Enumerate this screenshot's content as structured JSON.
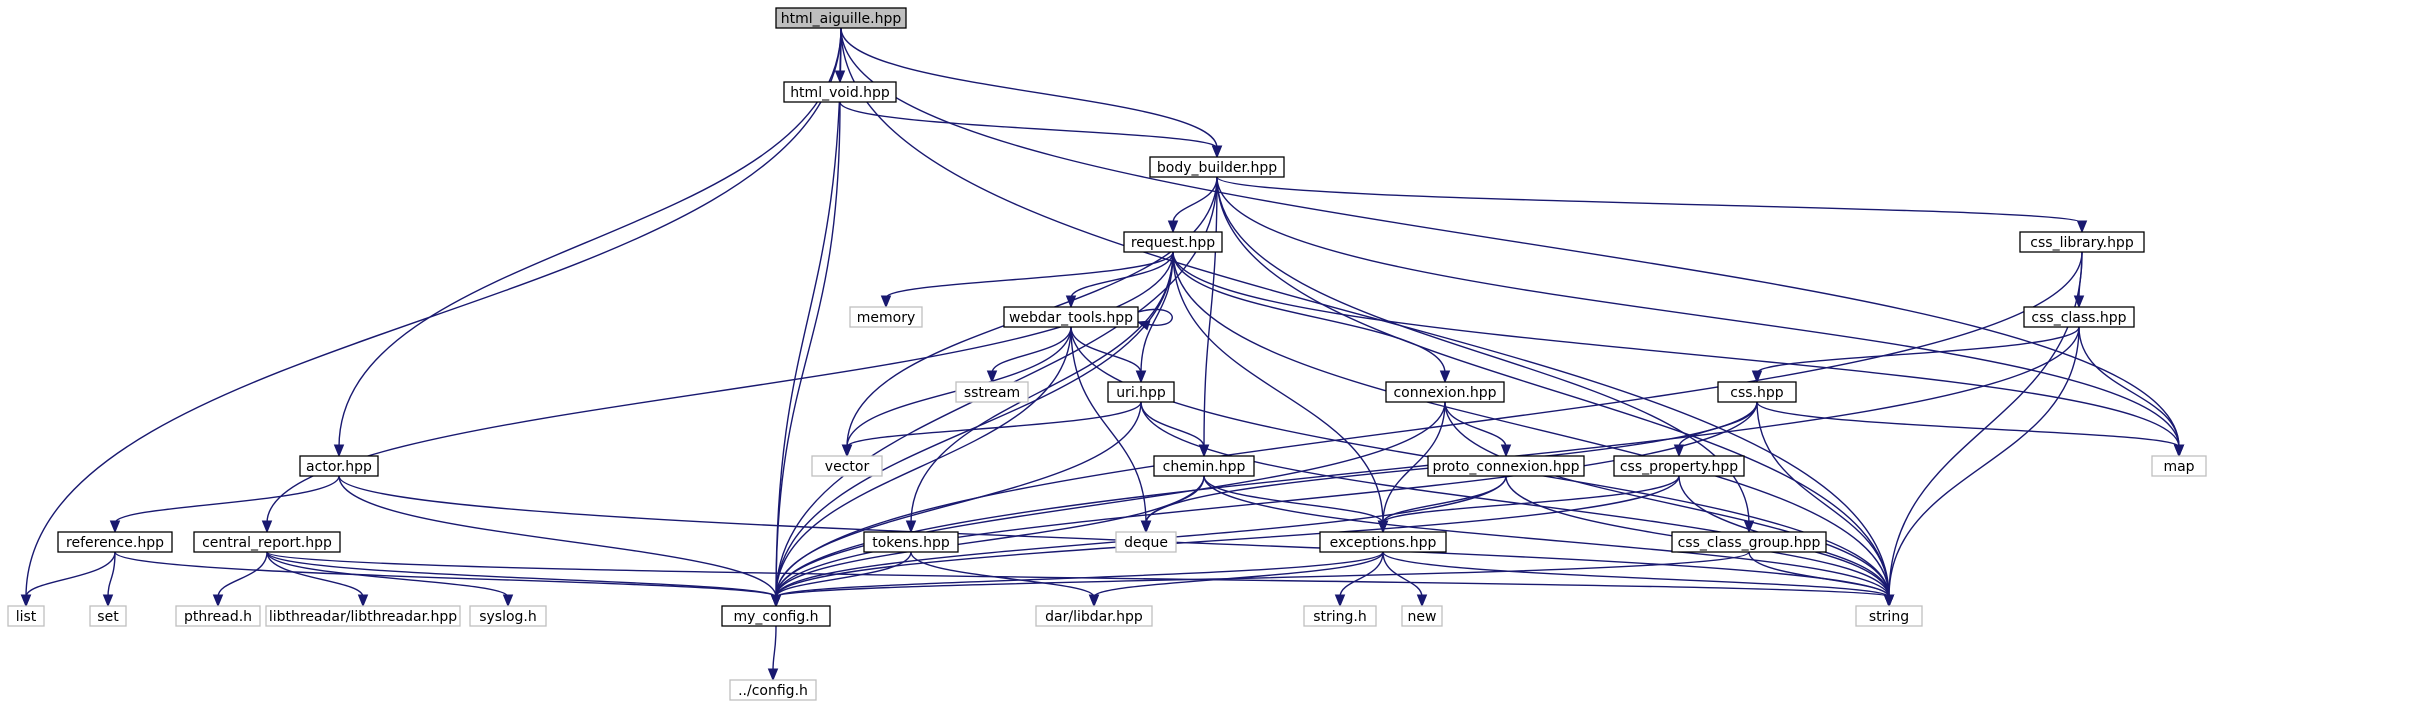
{
  "diagram": {
    "type": "include-dependency-graph",
    "colors": {
      "edge": "#191970",
      "root_fill": "#bfbfbf",
      "node_border": "#000000",
      "external_border": "#bfbfbf"
    },
    "nodes": [
      {
        "id": "html_aiguille",
        "label": "html_aiguille.hpp",
        "kind": "root"
      },
      {
        "id": "html_void",
        "label": "html_void.hpp",
        "kind": "internal"
      },
      {
        "id": "body_builder",
        "label": "body_builder.hpp",
        "kind": "internal"
      },
      {
        "id": "request",
        "label": "request.hpp",
        "kind": "internal"
      },
      {
        "id": "css_library",
        "label": "css_library.hpp",
        "kind": "internal"
      },
      {
        "id": "memory",
        "label": "memory",
        "kind": "external"
      },
      {
        "id": "webdar_tools",
        "label": "webdar_tools.hpp",
        "kind": "internal"
      },
      {
        "id": "css_class",
        "label": "css_class.hpp",
        "kind": "internal"
      },
      {
        "id": "sstream",
        "label": "sstream",
        "kind": "external"
      },
      {
        "id": "uri",
        "label": "uri.hpp",
        "kind": "internal"
      },
      {
        "id": "connexion",
        "label": "connexion.hpp",
        "kind": "internal"
      },
      {
        "id": "css",
        "label": "css.hpp",
        "kind": "internal"
      },
      {
        "id": "vector",
        "label": "vector",
        "kind": "external"
      },
      {
        "id": "map",
        "label": "map",
        "kind": "external"
      },
      {
        "id": "actor",
        "label": "actor.hpp",
        "kind": "internal"
      },
      {
        "id": "chemin",
        "label": "chemin.hpp",
        "kind": "internal"
      },
      {
        "id": "proto_connexion",
        "label": "proto_connexion.hpp",
        "kind": "internal"
      },
      {
        "id": "css_property",
        "label": "css_property.hpp",
        "kind": "internal"
      },
      {
        "id": "deque",
        "label": "deque",
        "kind": "external"
      },
      {
        "id": "reference",
        "label": "reference.hpp",
        "kind": "internal"
      },
      {
        "id": "central_report",
        "label": "central_report.hpp",
        "kind": "internal"
      },
      {
        "id": "tokens",
        "label": "tokens.hpp",
        "kind": "internal"
      },
      {
        "id": "exceptions",
        "label": "exceptions.hpp",
        "kind": "internal"
      },
      {
        "id": "css_class_group",
        "label": "css_class_group.hpp",
        "kind": "internal"
      },
      {
        "id": "list",
        "label": "list",
        "kind": "external"
      },
      {
        "id": "set",
        "label": "set",
        "kind": "external"
      },
      {
        "id": "pthread",
        "label": "pthread.h",
        "kind": "external"
      },
      {
        "id": "libthreadar",
        "label": "libthreadar/libthreadar.hpp",
        "kind": "external"
      },
      {
        "id": "syslog",
        "label": "syslog.h",
        "kind": "external"
      },
      {
        "id": "my_config",
        "label": "my_config.h",
        "kind": "internal"
      },
      {
        "id": "libdar",
        "label": "dar/libdar.hpp",
        "kind": "external"
      },
      {
        "id": "string_h",
        "label": "string.h",
        "kind": "external"
      },
      {
        "id": "new",
        "label": "new",
        "kind": "external"
      },
      {
        "id": "string",
        "label": "string",
        "kind": "external"
      },
      {
        "id": "config",
        "label": "../config.h",
        "kind": "external"
      }
    ],
    "edges": [
      [
        "html_aiguille",
        "html_void"
      ],
      [
        "html_aiguille",
        "body_builder"
      ],
      [
        "html_aiguille",
        "actor"
      ],
      [
        "html_aiguille",
        "my_config"
      ],
      [
        "html_aiguille",
        "list"
      ],
      [
        "html_aiguille",
        "map"
      ],
      [
        "html_aiguille",
        "string"
      ],
      [
        "html_void",
        "body_builder"
      ],
      [
        "html_void",
        "my_config"
      ],
      [
        "body_builder",
        "request"
      ],
      [
        "body_builder",
        "css_library"
      ],
      [
        "body_builder",
        "css_class_group"
      ],
      [
        "body_builder",
        "chemin"
      ],
      [
        "body_builder",
        "vector"
      ],
      [
        "body_builder",
        "map"
      ],
      [
        "body_builder",
        "my_config"
      ],
      [
        "body_builder",
        "string"
      ],
      [
        "request",
        "webdar_tools"
      ],
      [
        "request",
        "uri"
      ],
      [
        "request",
        "connexion"
      ],
      [
        "request",
        "exceptions"
      ],
      [
        "request",
        "central_report"
      ],
      [
        "request",
        "tokens"
      ],
      [
        "request",
        "memory"
      ],
      [
        "request",
        "map"
      ],
      [
        "request",
        "my_config"
      ],
      [
        "request",
        "string"
      ],
      [
        "webdar_tools",
        "webdar_tools"
      ],
      [
        "webdar_tools",
        "uri"
      ],
      [
        "webdar_tools",
        "sstream"
      ],
      [
        "webdar_tools",
        "vector"
      ],
      [
        "webdar_tools",
        "deque"
      ],
      [
        "webdar_tools",
        "my_config"
      ],
      [
        "webdar_tools",
        "string"
      ],
      [
        "css_library",
        "css_class"
      ],
      [
        "css_library",
        "my_config"
      ],
      [
        "css_library",
        "string"
      ],
      [
        "css_class",
        "css"
      ],
      [
        "css_class",
        "map"
      ],
      [
        "css_class",
        "my_config"
      ],
      [
        "css_class",
        "string"
      ],
      [
        "uri",
        "chemin"
      ],
      [
        "uri",
        "vector"
      ],
      [
        "uri",
        "my_config"
      ],
      [
        "uri",
        "string"
      ],
      [
        "connexion",
        "proto_connexion"
      ],
      [
        "connexion",
        "exceptions"
      ],
      [
        "connexion",
        "my_config"
      ],
      [
        "connexion",
        "string"
      ],
      [
        "css",
        "css_property"
      ],
      [
        "css",
        "map"
      ],
      [
        "css",
        "deque"
      ],
      [
        "css",
        "my_config"
      ],
      [
        "css",
        "string"
      ],
      [
        "actor",
        "reference"
      ],
      [
        "actor",
        "my_config"
      ],
      [
        "actor",
        "string"
      ],
      [
        "chemin",
        "exceptions"
      ],
      [
        "chemin",
        "deque"
      ],
      [
        "chemin",
        "my_config"
      ],
      [
        "chemin",
        "string"
      ],
      [
        "proto_connexion",
        "exceptions"
      ],
      [
        "proto_connexion",
        "my_config"
      ],
      [
        "proto_connexion",
        "string"
      ],
      [
        "css_property",
        "exceptions"
      ],
      [
        "css_property",
        "my_config"
      ],
      [
        "css_property",
        "string"
      ],
      [
        "reference",
        "list"
      ],
      [
        "reference",
        "set"
      ],
      [
        "reference",
        "my_config"
      ],
      [
        "central_report",
        "pthread"
      ],
      [
        "central_report",
        "libthreadar"
      ],
      [
        "central_report",
        "syslog"
      ],
      [
        "central_report",
        "my_config"
      ],
      [
        "central_report",
        "string"
      ],
      [
        "tokens",
        "my_config"
      ],
      [
        "tokens",
        "libdar"
      ],
      [
        "exceptions",
        "my_config"
      ],
      [
        "exceptions",
        "libdar"
      ],
      [
        "exceptions",
        "string_h"
      ],
      [
        "exceptions",
        "new"
      ],
      [
        "exceptions",
        "string"
      ],
      [
        "css_class_group",
        "my_config"
      ],
      [
        "css_class_group",
        "string"
      ],
      [
        "my_config",
        "config"
      ]
    ]
  }
}
